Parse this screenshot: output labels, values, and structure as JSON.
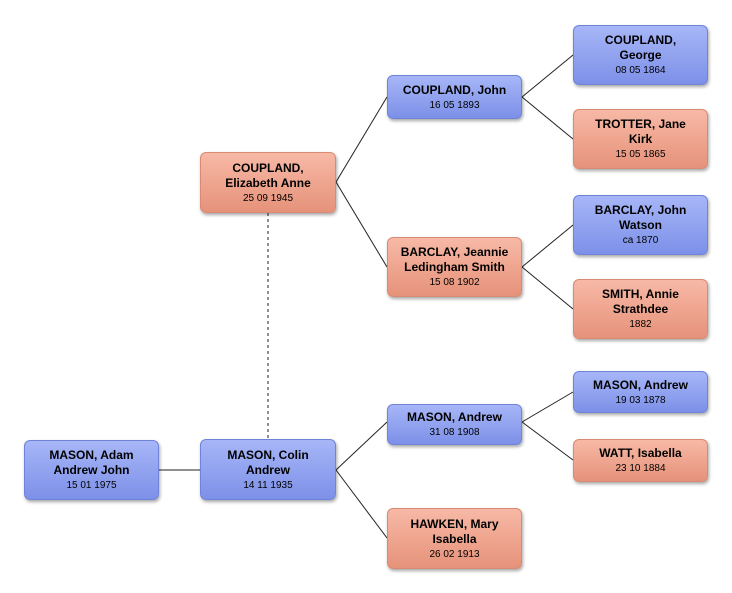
{
  "colors": {
    "male": "#8fa0ef",
    "female": "#efa48d",
    "line": "#222222"
  },
  "people": {
    "adam": {
      "name": "MASON, Adam\nAndrew John",
      "date": "15 01 1975",
      "sex": "male"
    },
    "colin": {
      "name": "MASON, Colin\nAndrew",
      "date": "14 11 1935",
      "sex": "male"
    },
    "elizabeth": {
      "name": "COUPLAND,\nElizabeth Anne",
      "date": "25 09 1945",
      "sex": "female"
    },
    "john_coupland": {
      "name": "COUPLAND, John",
      "date": "16 05 1893",
      "sex": "male"
    },
    "jeannie": {
      "name": "BARCLAY, Jeannie\nLedingham Smith",
      "date": "15 08 1902",
      "sex": "female"
    },
    "andrew_1908": {
      "name": "MASON, Andrew",
      "date": "31 08 1908",
      "sex": "male"
    },
    "mary": {
      "name": "HAWKEN, Mary\nIsabella",
      "date": "26 02 1913",
      "sex": "female"
    },
    "george": {
      "name": "COUPLAND,\nGeorge",
      "date": "08 05 1864",
      "sex": "male"
    },
    "jane": {
      "name": "TROTTER, Jane\nKirk",
      "date": "15 05 1865",
      "sex": "female"
    },
    "john_barclay": {
      "name": "BARCLAY, John\nWatson",
      "date": "ca 1870",
      "sex": "male"
    },
    "annie": {
      "name": "SMITH, Annie\nStrathdee",
      "date": "1882",
      "sex": "female"
    },
    "andrew_1878": {
      "name": "MASON, Andrew",
      "date": "19 03 1878",
      "sex": "male"
    },
    "isabella": {
      "name": "WATT, Isabella",
      "date": "23 10 1884",
      "sex": "female"
    }
  }
}
